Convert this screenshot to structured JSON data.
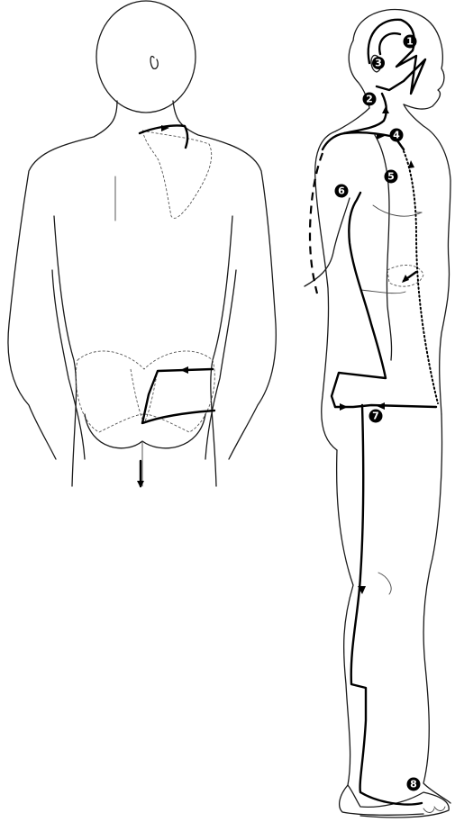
{
  "figure": {
    "views": [
      "back-view",
      "side-view"
    ]
  },
  "markers": [
    {
      "id": "point-1",
      "label": "1"
    },
    {
      "id": "point-2",
      "label": "2"
    },
    {
      "id": "point-3",
      "label": "3"
    },
    {
      "id": "point-4",
      "label": "4"
    },
    {
      "id": "point-5",
      "label": "5"
    },
    {
      "id": "point-6",
      "label": "6"
    },
    {
      "id": "point-7",
      "label": "7"
    },
    {
      "id": "point-8",
      "label": "8"
    }
  ],
  "colors": {
    "outline": "#1a1a1a",
    "meridian": "#000000",
    "marker_fill": "#000000",
    "marker_text": "#ffffff",
    "background": "#ffffff"
  }
}
